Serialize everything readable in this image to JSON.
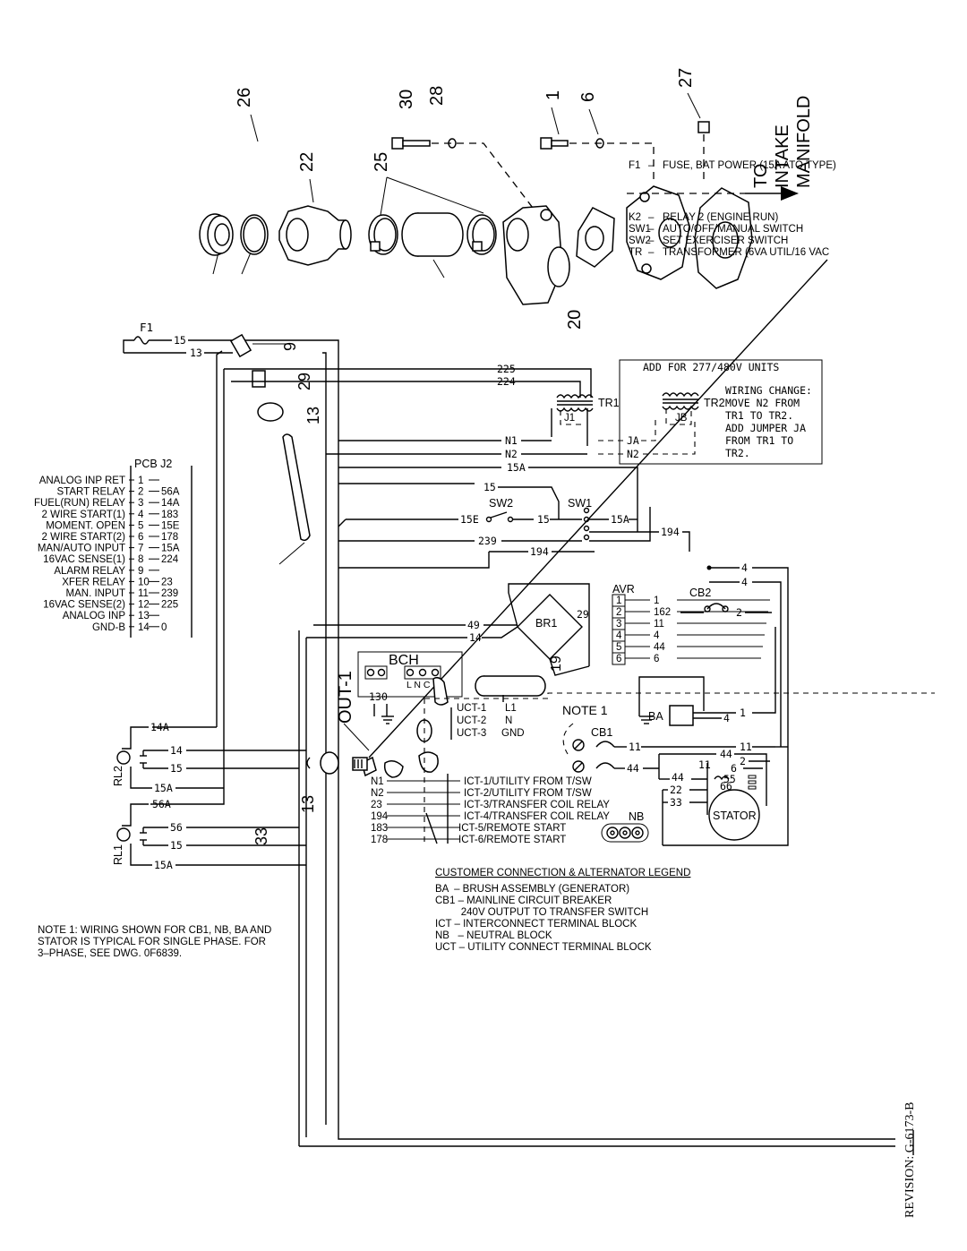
{
  "callouts": {
    "p26": "26",
    "p22": "22",
    "p25": "25",
    "p30": "30",
    "p28": "28",
    "p1": "1",
    "p6": "6",
    "p27": "27",
    "p20": "20",
    "p9": "9",
    "p29": "29",
    "p13": "13",
    "p19": "19",
    "p33": "33",
    "p13b": "13"
  },
  "intake": {
    "line1": "TO",
    "line2": "INTAKE",
    "line3": "MANIFOLD"
  },
  "legend_top": [
    {
      "code": "F1",
      "desc": "FUSE, BAT POWER (15A ATO TYPE)"
    },
    {
      "code": "K2",
      "desc": "RELAY 2 (ENGINE RUN)"
    },
    {
      "code": "SW1",
      "desc": "AUTO/OFF/MANUAL SWITCH"
    },
    {
      "code": "SW2",
      "desc": "SET EXERCISER SWITCH"
    },
    {
      "code": "TR",
      "desc": "TRANSFORMER (6VA UTIL/16 VAC"
    }
  ],
  "fuse": {
    "label": "F1",
    "w15": "15",
    "w13": "13"
  },
  "pcb": {
    "title": "PCB J2",
    "pins": [
      {
        "name": "ANALOG INP RET",
        "pin": "1",
        "wire": ""
      },
      {
        "name": "START RELAY",
        "pin": "2",
        "wire": "56A"
      },
      {
        "name": "FUEL(RUN) RELAY",
        "pin": "3",
        "wire": "14A"
      },
      {
        "name": "2 WIRE START(1)",
        "pin": "4",
        "wire": "183"
      },
      {
        "name": "MOMENT. OPEN",
        "pin": "5",
        "wire": "15E"
      },
      {
        "name": "2 WIRE START(2)",
        "pin": "6",
        "wire": "178"
      },
      {
        "name": "MAN/AUTO INPUT",
        "pin": "7",
        "wire": "15A"
      },
      {
        "name": "16VAC SENSE(1)",
        "pin": "8",
        "wire": "224"
      },
      {
        "name": "ALARM RELAY",
        "pin": "9",
        "wire": ""
      },
      {
        "name": "XFER RELAY",
        "pin": "10",
        "wire": "23"
      },
      {
        "name": "MAN. INPUT",
        "pin": "11",
        "wire": "239"
      },
      {
        "name": "16VAC SENSE(2)",
        "pin": "12",
        "wire": "225"
      },
      {
        "name": "ANALOG INP",
        "pin": "13",
        "wire": ""
      },
      {
        "name": "GND-B",
        "pin": "14",
        "wire": "0"
      }
    ]
  },
  "wires": {
    "w225": "225",
    "w224": "224",
    "n1": "N1",
    "n2": "N2",
    "w15a": "15A",
    "w15": "15",
    "w15e": "15E",
    "w15b": "15",
    "w15a2": "15A",
    "w239": "239",
    "w194": "194",
    "w194b": "194",
    "w49": "49",
    "w14": "14",
    "w29": "29",
    "ja": "JA",
    "n2b": "N2"
  },
  "labels": {
    "tr1": "TR1",
    "tr2": "TR2",
    "j1": "J1",
    "jb": "JB",
    "sw2": "SW2",
    "sw1": "SW1",
    "br1": "BR1",
    "bch": "BCH",
    "lnc": "L N C",
    "w13": "13",
    "w0": "0",
    "out1": "OUT-1",
    "avr": "AVR",
    "cb2": "CB2",
    "note1": "NOTE 1",
    "ba": "BA",
    "cb1": "CB1",
    "nb": "NB",
    "stator": "STATOR",
    "rl2": "RL2",
    "rl1": "RL1"
  },
  "add_box": {
    "title": "ADD FOR 277/480V UNITS",
    "lines": [
      "WIRING CHANGE:",
      "MOVE N2 FROM",
      "TR1 TO TR2.",
      "ADD JUMPER JA",
      "FROM TR1 TO",
      "TR2."
    ]
  },
  "avr": {
    "rows": [
      {
        "pin": "1",
        "wire": "1"
      },
      {
        "pin": "2",
        "wire": "162"
      },
      {
        "pin": "3",
        "wire": "11"
      },
      {
        "pin": "4",
        "wire": "4"
      },
      {
        "pin": "5",
        "wire": "44"
      },
      {
        "pin": "6",
        "wire": "6"
      }
    ],
    "cb2_out": "2",
    "top4a": "4",
    "top4b": "4"
  },
  "uct": [
    {
      "term": "UCT-1",
      "wire": "L1"
    },
    {
      "term": "UCT-2",
      "wire": "N"
    },
    {
      "term": "UCT-3",
      "wire": "GND"
    }
  ],
  "ict": [
    {
      "wire": "N1",
      "term": "ICT-1/UTILITY FROM T/SW"
    },
    {
      "wire": "N2",
      "term": "ICT-2/UTILITY FROM T/SW"
    },
    {
      "wire": "23",
      "term": "ICT-3/TRANSFER COIL RELAY"
    },
    {
      "wire": "194",
      "term": "ICT-4/TRANSFER COIL RELAY"
    },
    {
      "wire": "183",
      "term": "ICT-5/REMOTE START"
    },
    {
      "wire": "178",
      "term": "ICT-6/REMOTE START"
    }
  ],
  "stator_wires": {
    "ba1": "1",
    "ba4": "4",
    "cb1_11": "11",
    "cb1_44": "44",
    "r11": "11",
    "r44": "44",
    "r2": "2",
    "r6": "6",
    "r55": "55",
    "r66": "66",
    "s44": "44",
    "s11": "11",
    "s22": "22",
    "s33": "33"
  },
  "relays": {
    "rl2_in": "14A",
    "rl2_a": "14",
    "rl2_b": "15",
    "rl2_out": "15A",
    "rl1_in": "56A",
    "rl1_a": "56",
    "rl1_b": "15",
    "rl1_out": "15A"
  },
  "legend_bottom": {
    "title": "CUSTOMER CONNECTION & ALTERNATOR LEGEND",
    "lines": [
      "BA  – BRUSH ASSEMBLY (GENERATOR)",
      "CB1 – MAINLINE CIRCUIT BREAKER",
      "         240V OUTPUT TO TRANSFER SWITCH",
      "ICT – INTERCONNECT TERMINAL BLOCK",
      "NB   – NEUTRAL BLOCK",
      "UCT – UTILITY CONNECT TERMINAL BLOCK"
    ]
  },
  "note": {
    "lines": [
      "NOTE 1: WIRING SHOWN FOR CB1, NB, BA AND",
      "STATOR IS TYPICAL FOR SINGLE PHASE. FOR",
      "3–PHASE, SEE DWG. 0F6839."
    ]
  },
  "revision": "REVISION: G-6173-B"
}
